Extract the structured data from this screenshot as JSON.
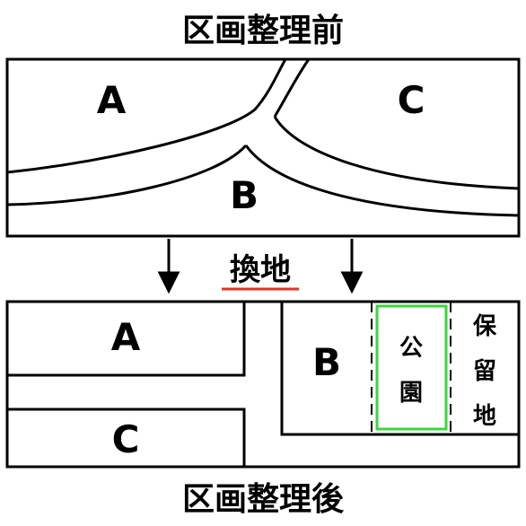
{
  "diagram": {
    "before_title": "区画整理前",
    "after_title": "区画整理後",
    "exchange_label": "換地",
    "before_lots": {
      "a": "A",
      "b": "B",
      "c": "C"
    },
    "after_lots": {
      "a": "A",
      "b": "B",
      "c": "C",
      "park": [
        "公",
        "園"
      ],
      "reserve": [
        "保",
        "留",
        "地"
      ]
    },
    "colors": {
      "line": "#000000",
      "exchange": "#e8321e",
      "park_border": "#3bd63b"
    }
  }
}
